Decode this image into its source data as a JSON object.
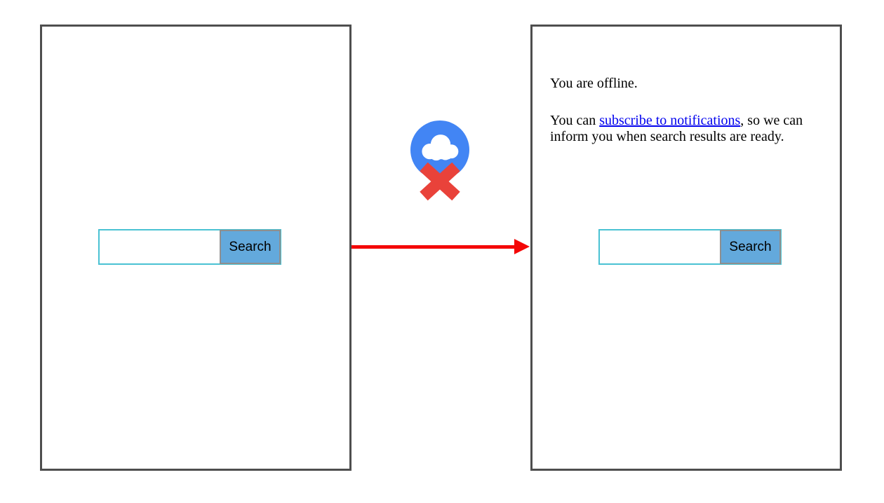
{
  "colors": {
    "panel_border_gray": "#4e4e4e",
    "search_input_border_teal": "#4ac2d3",
    "search_button_blue": "#63a9dc",
    "search_button_border_gray": "#8f8f8f",
    "arrow_red": "#f40606",
    "icon_circle_blue": "#4285f4",
    "icon_x_red": "#e9423a",
    "link_blue": "#0000ee"
  },
  "left_panel": {
    "search": {
      "input_value": "",
      "button_label": "Search"
    }
  },
  "icons": {
    "offline_cloud": "blue circle with white cloud and red X (offline indicator)"
  },
  "right_panel": {
    "offline_text": "You are offline.",
    "notify_prefix": "You can ",
    "notify_link": "subscribe to notifications",
    "notify_suffix": ", so we can inform you when search results are ready.",
    "search": {
      "input_value": "",
      "button_label": "Search"
    }
  }
}
